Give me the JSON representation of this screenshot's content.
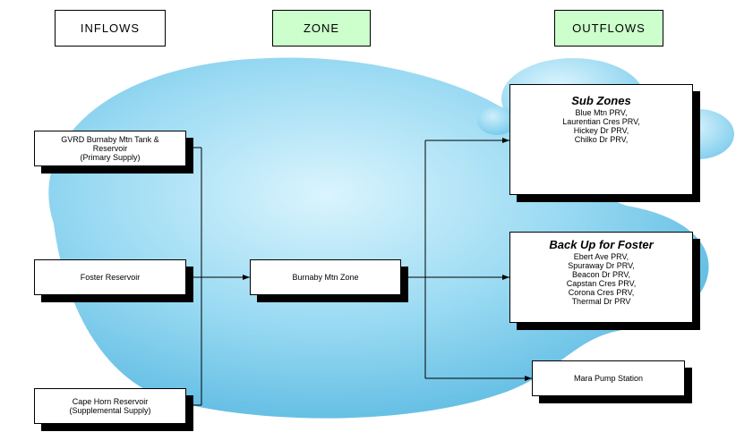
{
  "headers": {
    "inflows": "INFLOWS",
    "zone": "ZONE",
    "outflows": "OUTFLOWS"
  },
  "colors": {
    "header_green": "#ccffcc",
    "water_light": "#c6eefb",
    "water_mid": "#8ed8f2",
    "water_dark": "#4fb8e2"
  },
  "inflows": [
    {
      "line1": "GVRD Burnaby Mtn Tank &",
      "line2": "Reservoir",
      "line3": "(Primary Supply)"
    },
    {
      "line1": "Foster Reservoir"
    },
    {
      "line1": "Cape Horn Reservoir",
      "line2": "(Supplemental Supply)"
    }
  ],
  "zone": {
    "label": "Burnaby Mtn Zone"
  },
  "outflows": {
    "sub_zones": {
      "title": "Sub Zones",
      "items": [
        "Blue Mtn PRV,",
        "Laurentian Cres PRV,",
        "Hickey Dr PRV,",
        "Chilko Dr PRV,"
      ]
    },
    "backup": {
      "title": "Back Up for Foster",
      "items": [
        "Ebert Ave PRV,",
        "Spuraway Dr PRV,",
        "Beacon Dr PRV,",
        "Capstan Cres PRV,",
        "Corona Cres PRV,",
        "Thermal Dr PRV"
      ]
    },
    "pump": {
      "label": "Mara Pump Station"
    }
  }
}
